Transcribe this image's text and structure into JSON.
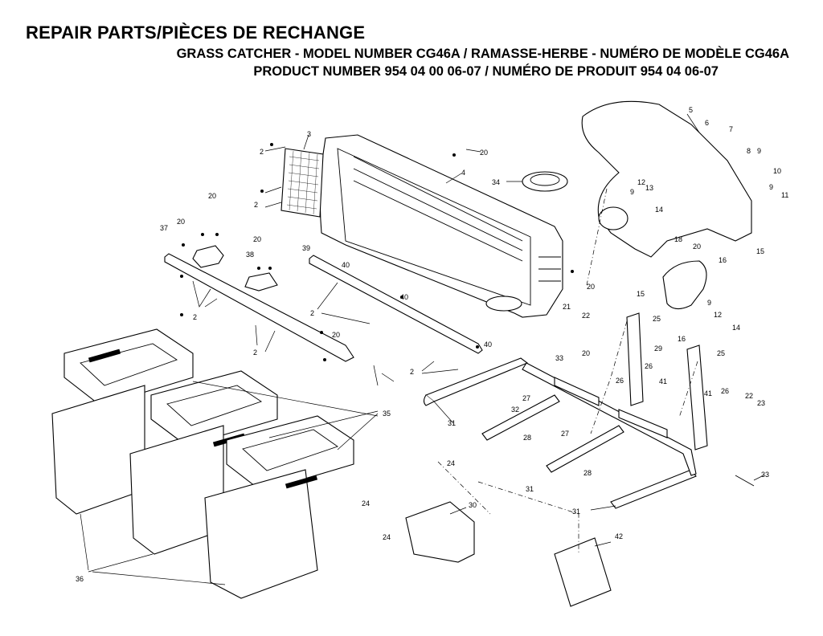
{
  "header": {
    "title": "REPAIR PARTS/PIÈCES DE RECHANGE",
    "line1": "GRASS CATCHER - MODEL NUMBER CG46A / RAMASSE-HERBE - NUMÉRO DE MODÈLE CG46A",
    "line2": "PRODUCT NUMBER 954 04 00 06-07 / NUMÉRO DE PRODUIT 954 04 06-07"
  },
  "callouts": [
    "2",
    "3",
    "4",
    "5",
    "6",
    "7",
    "8",
    "9",
    "10",
    "11",
    "12",
    "13",
    "14",
    "15",
    "16",
    "18",
    "20",
    "21",
    "22",
    "23",
    "24",
    "25",
    "26",
    "27",
    "28",
    "29",
    "30",
    "31",
    "32",
    "33",
    "34",
    "35",
    "36",
    "37",
    "38",
    "39",
    "40",
    "41",
    "42"
  ]
}
